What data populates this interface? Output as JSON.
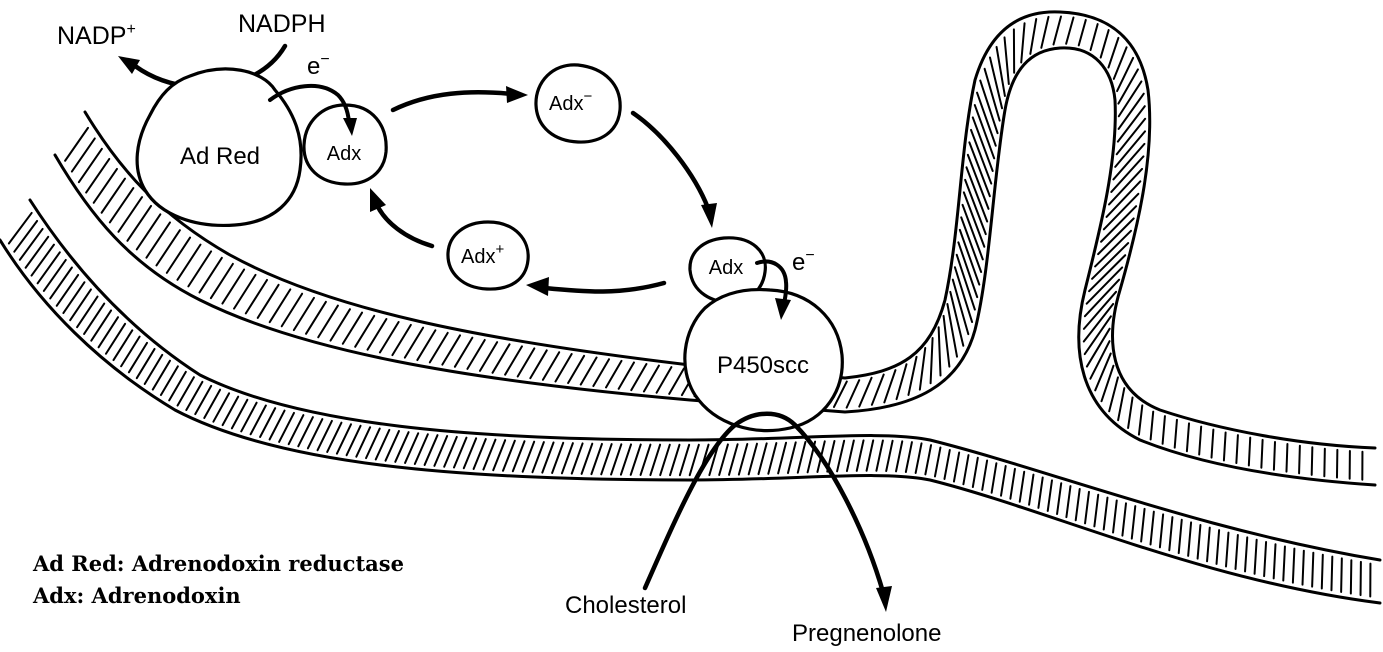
{
  "diagram": {
    "title": "Mitochondrial cholesterol side-chain cleavage electron transport",
    "cofactors": {
      "nadp_plus": "NADP",
      "nadp_plus_sup": "+",
      "nadph": "NADPH"
    },
    "electron_labels": [
      {
        "base": "e",
        "sup": "−"
      },
      {
        "base": "e",
        "sup": "−"
      }
    ],
    "proteins": {
      "ad_red": "Ad Red",
      "adx_bound_adred": "Adx",
      "adx_minus": {
        "base": "Adx",
        "sup": "−"
      },
      "adx_plus": {
        "base": "Adx",
        "sup": "+"
      },
      "adx_bound_p450": "Adx",
      "p450scc": "P450scc"
    },
    "substrates": {
      "cholesterol": "Cholesterol",
      "pregnenolone": "Pregnenolone"
    },
    "cycle_steps": [
      {
        "from": "NADPH",
        "to": "Ad Red",
        "product": "NADP+"
      },
      {
        "from": "Ad Red",
        "to": "Adx",
        "carrier": "e−"
      },
      {
        "from": "Adx",
        "to": "Adx−"
      },
      {
        "from": "Adx−",
        "to": "Adx (P450scc-bound)"
      },
      {
        "from": "Adx (P450scc-bound)",
        "to": "P450scc",
        "carrier": "e−"
      },
      {
        "from": "Adx (P450scc-bound)",
        "to": "Adx+"
      },
      {
        "from": "Adx+",
        "to": "Adx"
      },
      {
        "from": "Cholesterol",
        "to": "Pregnenolone",
        "via": "P450scc"
      }
    ],
    "membranes": [
      "inner-membrane-with-crista",
      "outer-membrane"
    ]
  },
  "legend": {
    "line1": "Ad Red: Adrenodoxin reductase",
    "line2": "Adx: Adrenodoxin"
  }
}
